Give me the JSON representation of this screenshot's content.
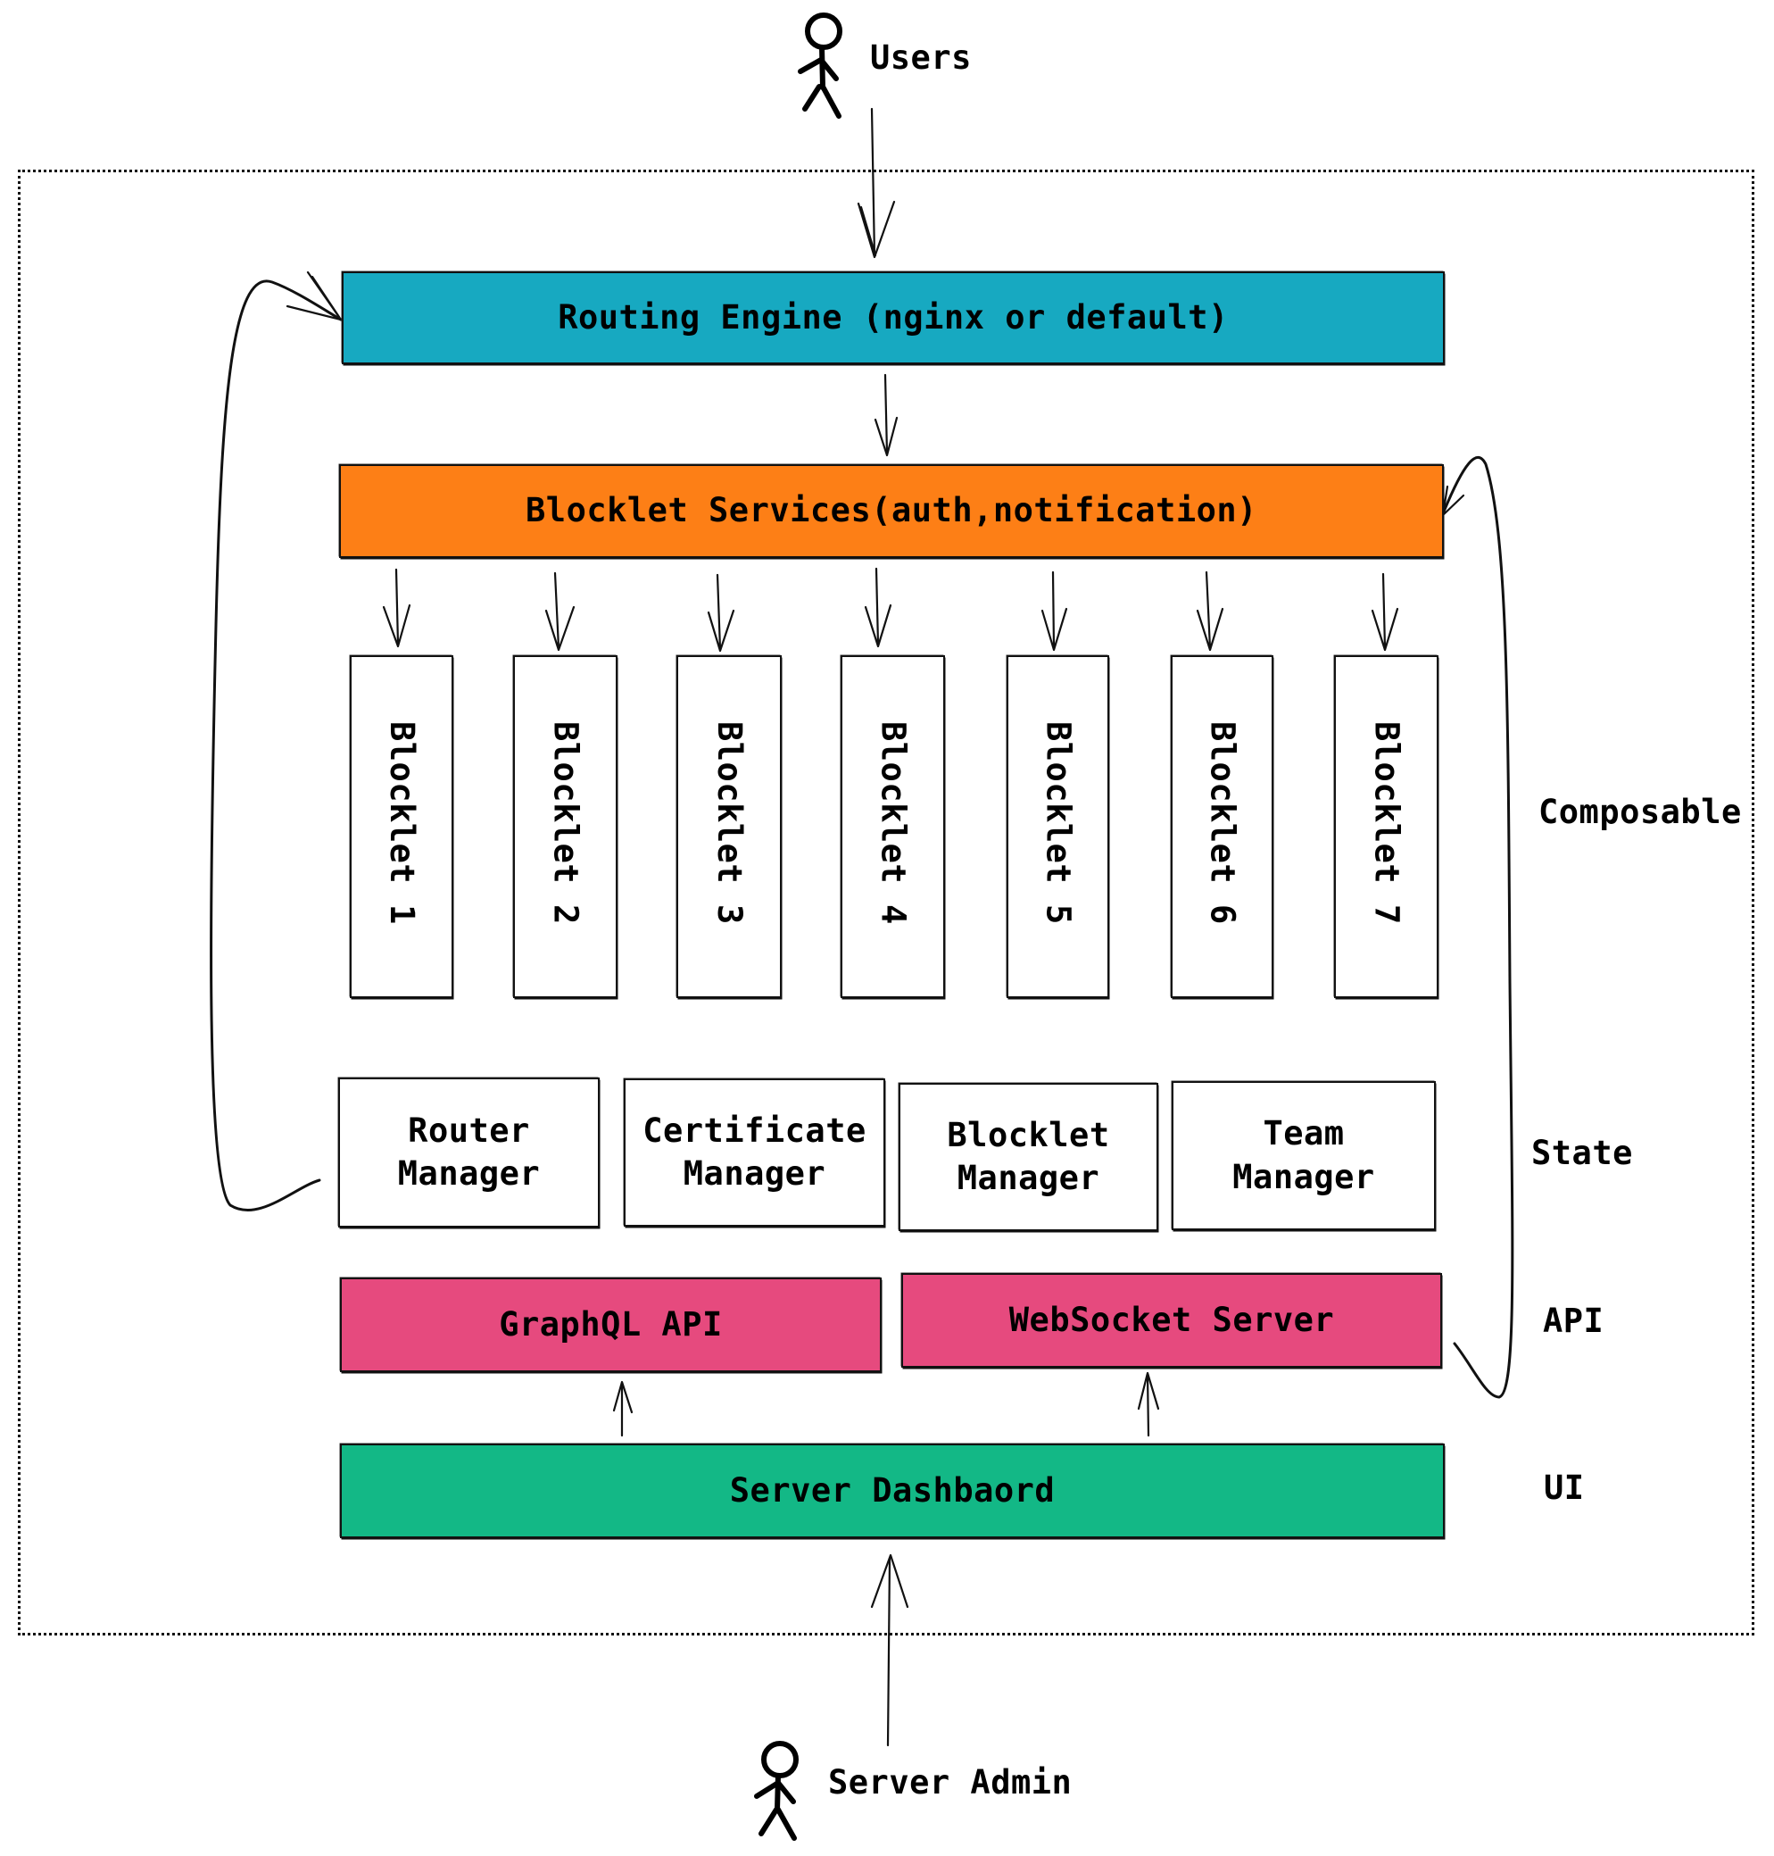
{
  "actors": {
    "users": "Users",
    "admin": "Server Admin"
  },
  "layers": {
    "routing": "Routing Engine (nginx or default)",
    "services": "Blocklet Services(auth,notification)",
    "blocklets": [
      "Blocklet 1",
      "Blocklet 2",
      "Blocklet 3",
      "Blocklet 4",
      "Blocklet 5",
      "Blocklet 6",
      "Blocklet 7"
    ],
    "managers": [
      {
        "line1": "Router",
        "line2": "Manager"
      },
      {
        "line1": "Certificate",
        "line2": "Manager"
      },
      {
        "line1": "Blocklet",
        "line2": "Manager"
      },
      {
        "line1": "Team",
        "line2": "Manager"
      }
    ],
    "api": [
      "GraphQL API",
      "WebSocket Server"
    ],
    "dashboard": "Server Dashbaord"
  },
  "side_labels": {
    "composable": "Composable",
    "state": "State",
    "api": "API",
    "ui": "UI"
  },
  "colors": {
    "routing": "#17a9c1",
    "services": "#fd7f16",
    "api": "#e64a7e",
    "dashboard": "#13b886",
    "blocklet": "#ffffff"
  }
}
